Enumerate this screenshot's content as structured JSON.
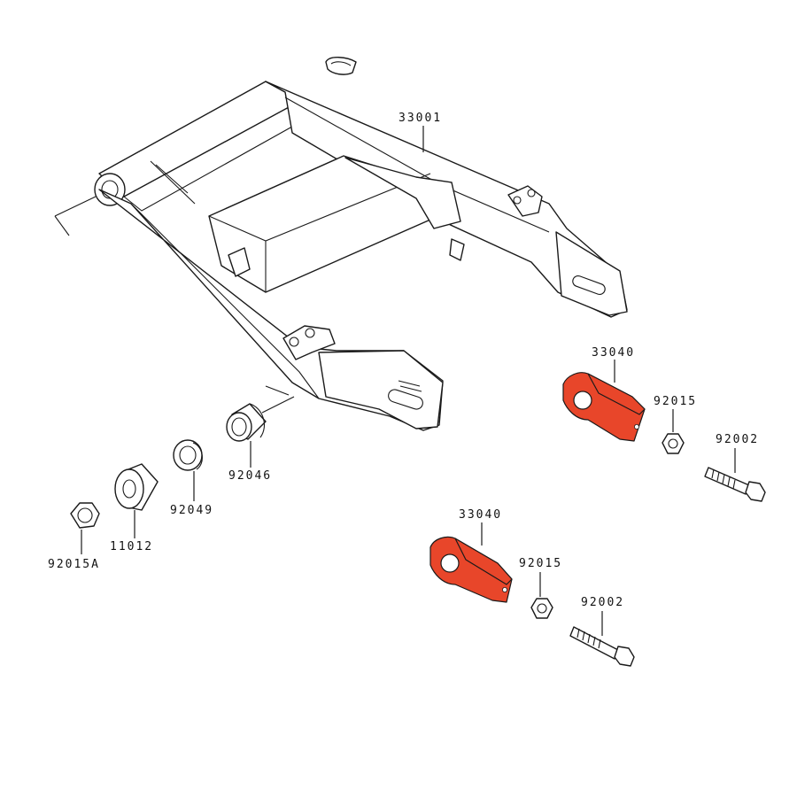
{
  "diagram": {
    "highlight_color": "#e8462a",
    "labels": {
      "swingarm": "33001",
      "adjuster_upper": "33040",
      "adjuster_lower": "33040",
      "nut_upper": "92015",
      "nut_lower": "92015",
      "bolt_upper": "92002",
      "bolt_lower": "92002",
      "bearing": "92046",
      "seal": "92049",
      "collar": "11012",
      "pivot_nut": "92015A"
    }
  }
}
